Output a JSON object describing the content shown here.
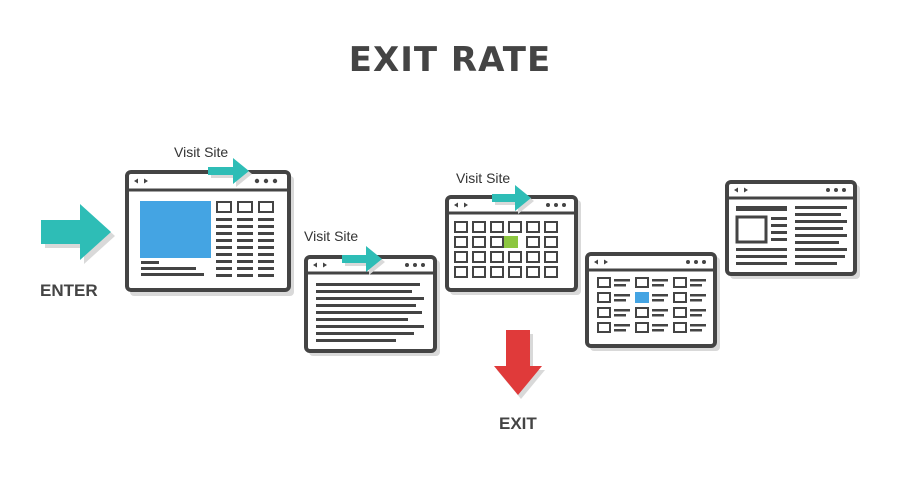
{
  "title": "EXIT RATE",
  "labels": {
    "enter": "ENTER",
    "exit": "EXIT",
    "visit_1": "Visit Site",
    "visit_2": "Visit Site",
    "visit_3": "Visit Site"
  },
  "colors": {
    "frame": "#444444",
    "frame_shadow": "#d9d9d9",
    "teal": "#2ebdb6",
    "red": "#e03a3a",
    "blue": "#44a4e3",
    "green": "#8cc63f",
    "text": "#444444"
  }
}
